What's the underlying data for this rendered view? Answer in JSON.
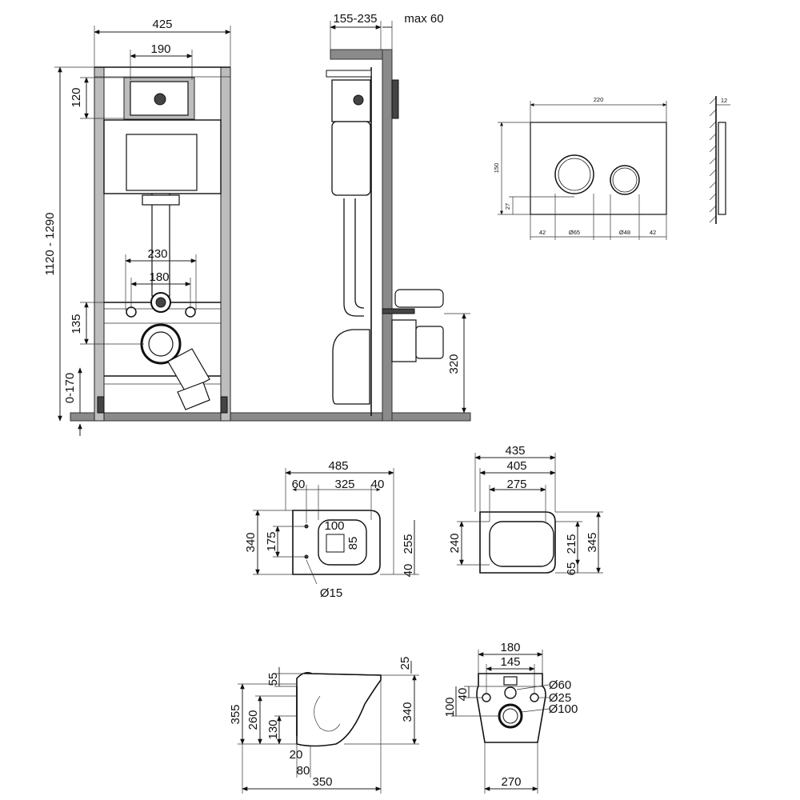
{
  "front_view": {
    "width": "425",
    "inner_width": "190",
    "cistern_height": "120",
    "total_height": "1120 - 1290",
    "rod_spacing": "230",
    "pipe_spacing": "180",
    "outlet_height": "135",
    "foot_adjust": "0-170"
  },
  "side_view": {
    "depth": "155-235",
    "wall_max": "max 60",
    "outlet_height": "320"
  },
  "flush_plate": {
    "width": "220",
    "height": "150",
    "thickness": "12",
    "offset": "27",
    "margin_left": "42",
    "big_button": "Ø65",
    "small_button": "Ø48",
    "margin_right": "42"
  },
  "bowl_top": {
    "length": "485",
    "left": "60",
    "mid": "325",
    "right": "40",
    "height": "340",
    "hole_spacing": "175",
    "seat_w": "100",
    "seat_h": "85",
    "front_w": "255",
    "back": "40",
    "hole_dia": "Ø15"
  },
  "seat_top": {
    "width_outer": "435",
    "width_mid": "405",
    "width_inner": "275",
    "left_h": "240",
    "inner_h": "215",
    "outer_h": "345",
    "bottom": "65"
  },
  "bowl_side": {
    "top_gap": "25",
    "top": "55",
    "total": "355",
    "mid": "260",
    "outlet": "130",
    "low": "20",
    "base": "80",
    "height": "340",
    "length": "350"
  },
  "bowl_back": {
    "outer": "180",
    "inner": "145",
    "d1": "Ø60",
    "d2": "Ø25",
    "d3": "Ø100",
    "h1": "40",
    "h2": "100",
    "width": "270"
  }
}
